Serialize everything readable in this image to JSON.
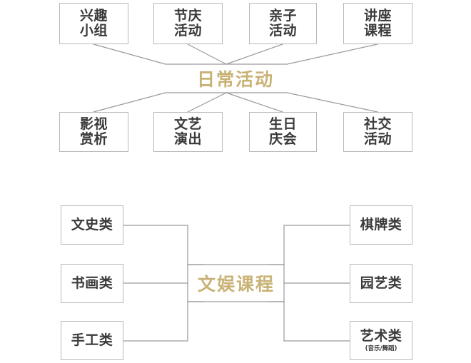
{
  "page": {
    "background": "#ffffff",
    "text_color": "#3a3a3a",
    "accent_color": "#c8b275",
    "line_color": "#9a9a9a",
    "box_border_color": "#b9b9b9"
  },
  "diagrams": [
    {
      "id": "daily-activities",
      "hub_label": "日常活动",
      "top_nodes": [
        {
          "line1": "兴趣",
          "line2": "小组"
        },
        {
          "line1": "节庆",
          "line2": "活动"
        },
        {
          "line1": "亲子",
          "line2": "活动"
        },
        {
          "line1": "讲座",
          "line2": "课程"
        }
      ],
      "bottom_nodes": [
        {
          "line1": "影视",
          "line2": "赏析"
        },
        {
          "line1": "文艺",
          "line2": "演出"
        },
        {
          "line1": "生日",
          "line2": "庆会"
        },
        {
          "line1": "社交",
          "line2": "活动"
        }
      ]
    },
    {
      "id": "entertainment-courses",
      "hub_label": "文娱课程",
      "left_nodes": [
        {
          "line1": "文史类",
          "sub": ""
        },
        {
          "line1": "书画类",
          "sub": ""
        },
        {
          "line1": "手工类",
          "sub": ""
        }
      ],
      "right_nodes": [
        {
          "line1": "棋牌类",
          "sub": ""
        },
        {
          "line1": "园艺类",
          "sub": ""
        },
        {
          "line1": "艺术类",
          "sub": "(音乐/舞蹈)"
        }
      ]
    }
  ]
}
